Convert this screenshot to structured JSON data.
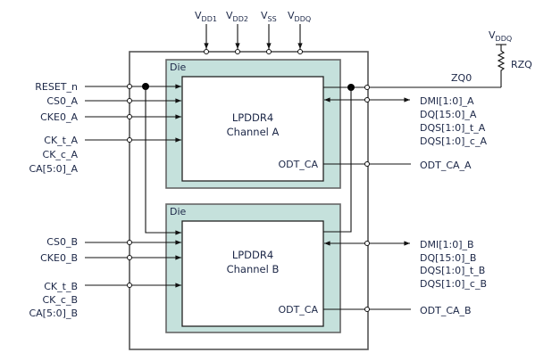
{
  "power_pins": [
    {
      "main": "V",
      "sub": "DD1"
    },
    {
      "main": "V",
      "sub": "DD2"
    },
    {
      "main": "V",
      "sub": "SS"
    },
    {
      "main": "V",
      "sub": "DDQ"
    }
  ],
  "zq": {
    "supply_main": "V",
    "supply_sub": "DDQ",
    "resistor_label": "RZQ",
    "net_label": "ZQ0"
  },
  "die_a": {
    "die_label": "Die",
    "chip_line1": "LPDDR4",
    "chip_line2": "Channel A",
    "odt_pin": "ODT_CA"
  },
  "die_b": {
    "die_label": "Die",
    "chip_line1": "LPDDR4",
    "chip_line2": "Channel B",
    "odt_pin": "ODT_CA"
  },
  "left_signals_a": [
    "RESET_n",
    "CS0_A",
    "CKE0_A",
    "CK_t_A",
    "CK_c_A",
    "CA[5:0]_A"
  ],
  "left_signals_b": [
    "CS0_B",
    "CKE0_B",
    "CK_t_B",
    "CK_c_B",
    "CA[5:0]_B"
  ],
  "right_signals_a": [
    "DMI[1:0]_A",
    "DQ[15:0]_A",
    "DQS[1:0]_t_A",
    "DQS[1:0]_c_A",
    "ODT_CA_A"
  ],
  "right_signals_b": [
    "DMI[1:0]_B",
    "DQ[15:0]_B",
    "DQS[1:0]_t_B",
    "DQS[1:0]_c_B",
    "ODT_CA_B"
  ]
}
